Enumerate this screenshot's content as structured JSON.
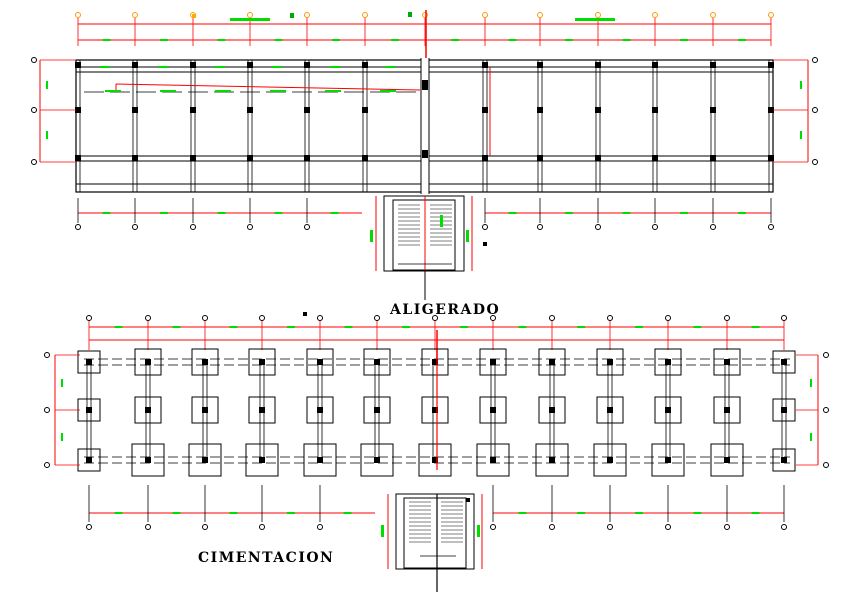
{
  "drawing": {
    "plans": [
      {
        "id": "aligerado",
        "title": "ALIGERADO"
      },
      {
        "id": "cimentacion",
        "title": "CIMENTACION"
      }
    ],
    "colors": {
      "structure": "#000000",
      "dimension_line": "#ff0000",
      "dimension_text": "#00dd00",
      "axis_marker": "#ff9900",
      "background": "#ffffff"
    },
    "grid": {
      "column_axes_count": 13,
      "row_axes_count": 3
    }
  }
}
